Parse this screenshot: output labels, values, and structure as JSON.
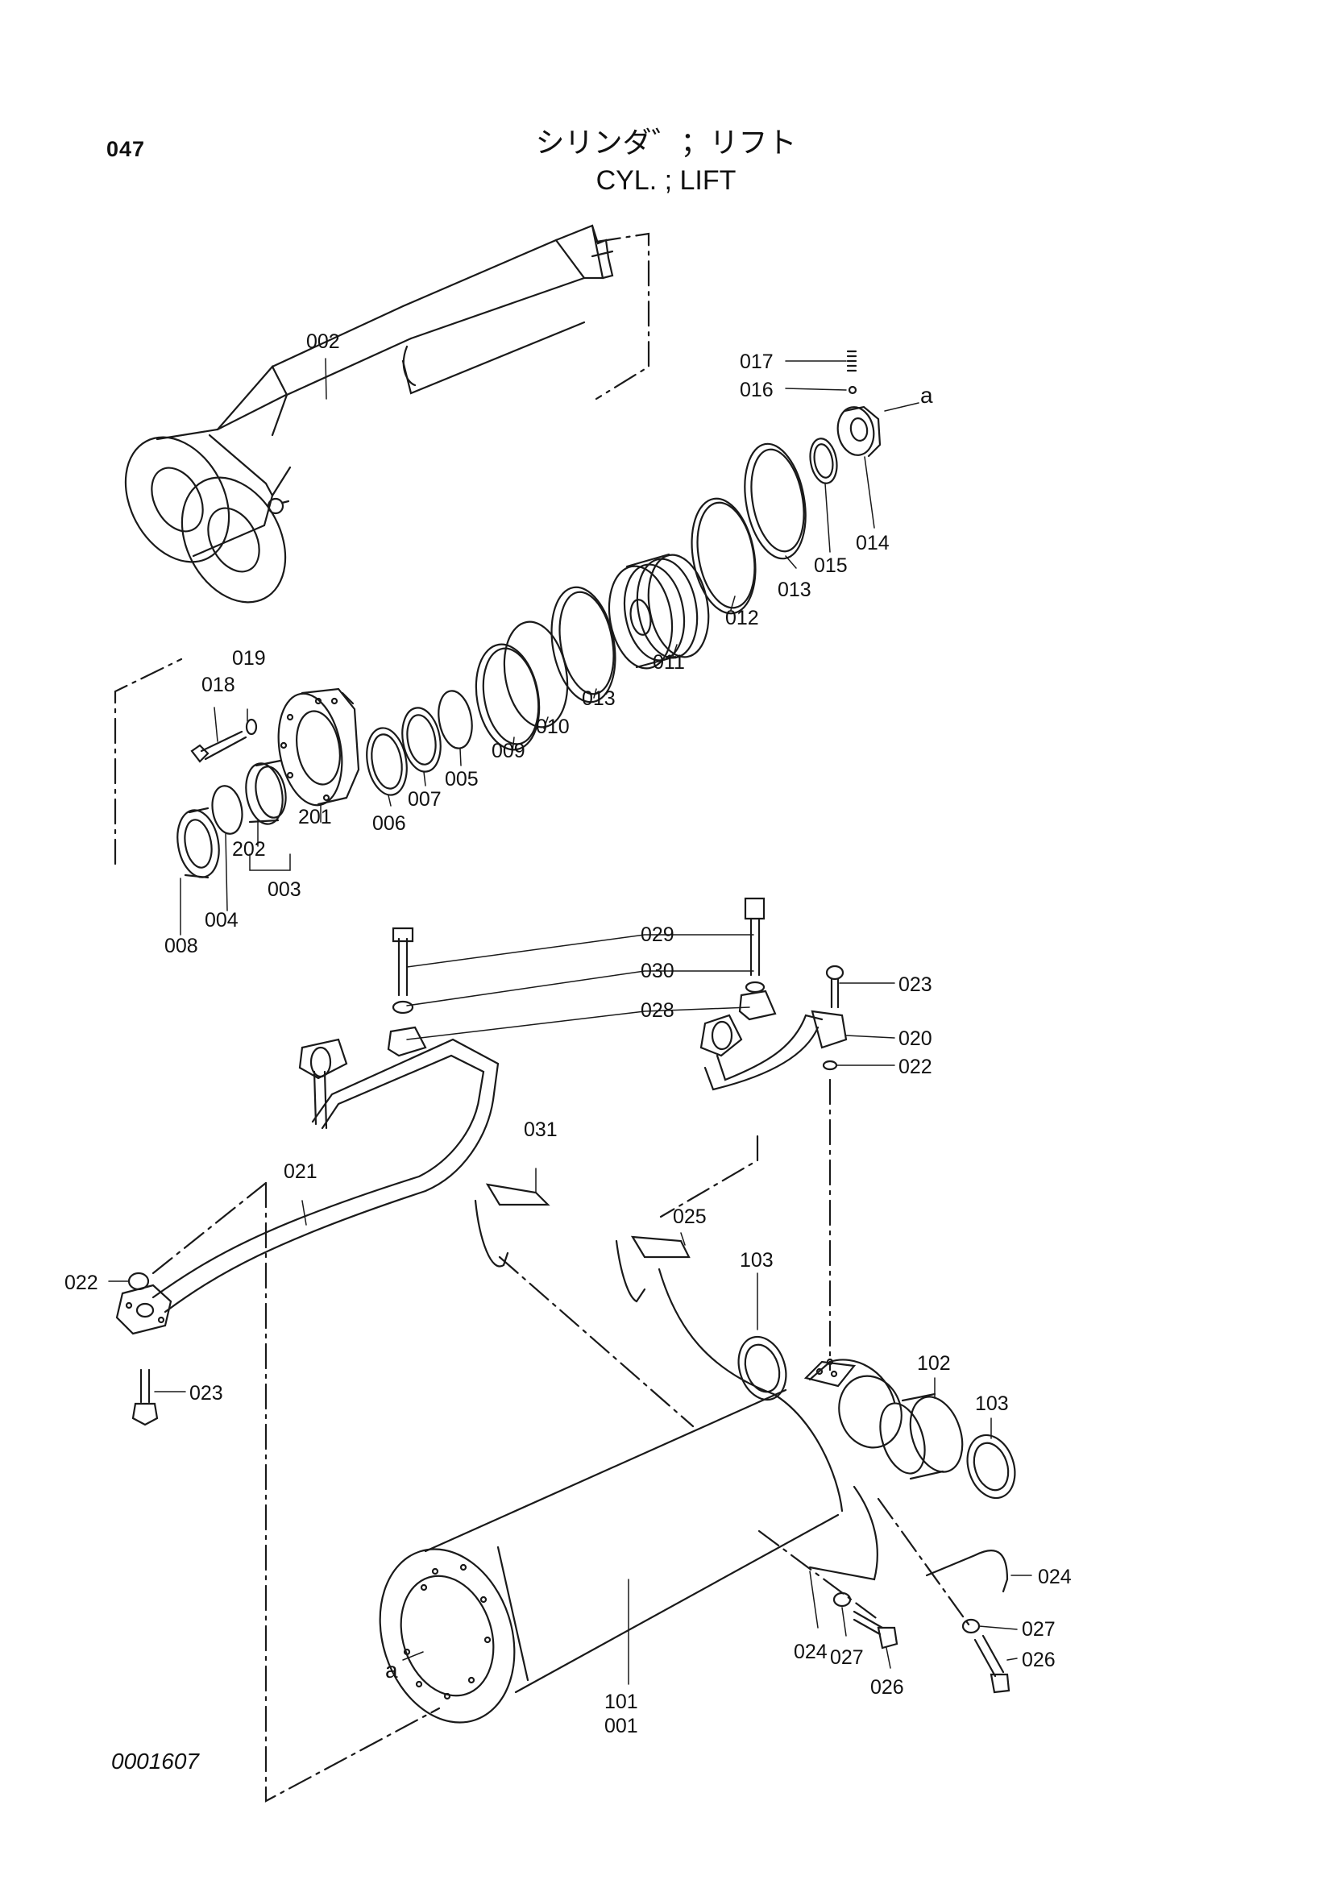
{
  "header": {
    "page_number": "047",
    "title_jp": "シリンダ゛；リフト",
    "title_en": "CYL. ; LIFT"
  },
  "footer": {
    "drawing_id": "0001607"
  },
  "callouts": {
    "c001": "001",
    "c002": "002",
    "c003": "003",
    "c004": "004",
    "c005": "005",
    "c006": "006",
    "c007": "007",
    "c008": "008",
    "c009": "009",
    "c010": "010",
    "c011": "011",
    "c012": "012",
    "c013a": "013",
    "c013b": "013",
    "c014": "014",
    "c015": "015",
    "c016": "016",
    "c017": "017",
    "c018": "018",
    "c019": "019",
    "c020": "020",
    "c021": "021",
    "c022a": "022",
    "c022b": "022",
    "c023a": "023",
    "c023b": "023",
    "c024a": "024",
    "c024b": "024",
    "c025": "025",
    "c026a": "026",
    "c026b": "026",
    "c027a": "027",
    "c027b": "027",
    "c028": "028",
    "c029": "029",
    "c030": "030",
    "c031": "031",
    "c101": "101",
    "c102": "102",
    "c103a": "103",
    "c103b": "103",
    "c201": "201",
    "c202": "202",
    "ref_a_top": "a",
    "ref_a_bottom": "a"
  }
}
